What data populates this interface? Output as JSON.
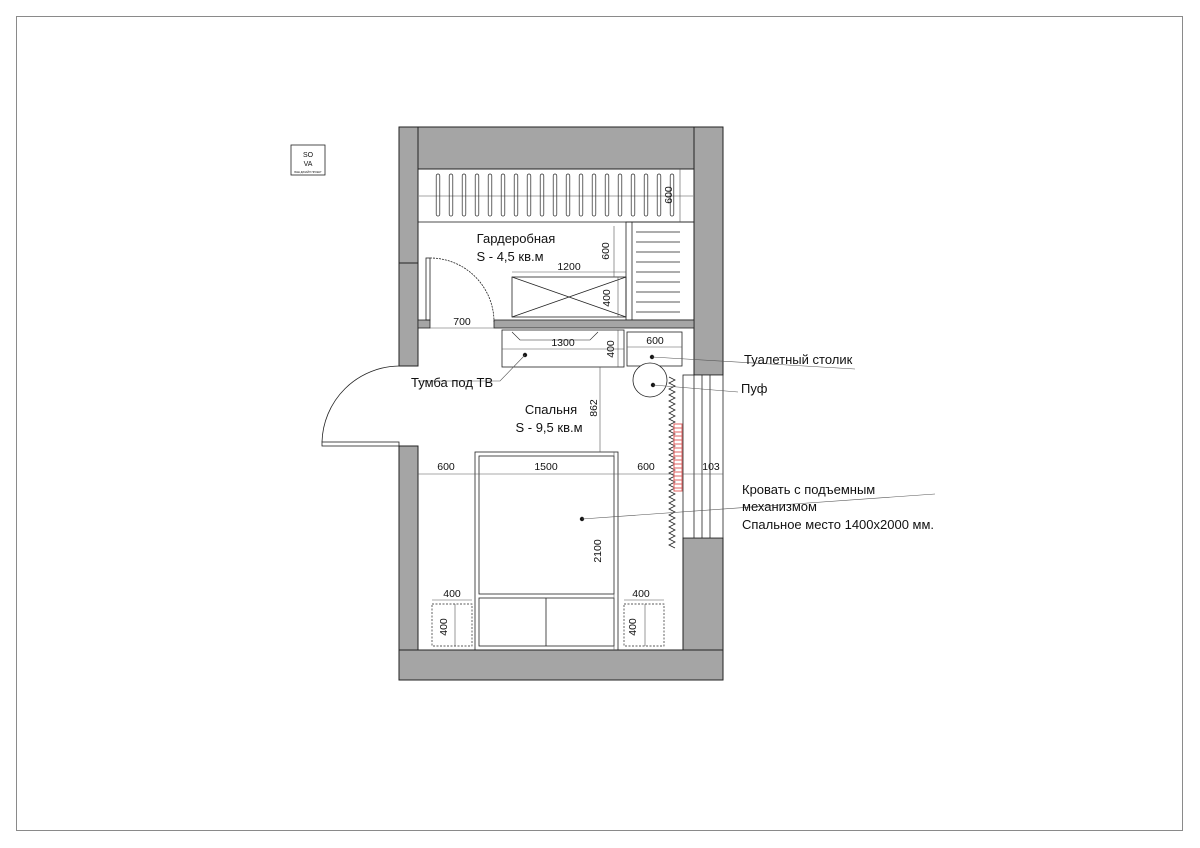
{
  "logo": {
    "line1": "SO",
    "line2": "VA",
    "tagline": "ВАШ ДИЗАЙН ПРОЕКТ"
  },
  "rooms": {
    "wardrobe": {
      "name": "Гардеробная",
      "area": "S - 4,5 кв.м"
    },
    "bedroom": {
      "name": "Спальня",
      "area": "S - 9,5 кв.м"
    }
  },
  "callouts": {
    "vanity": "Туалетный столик",
    "pouf": "Пуф",
    "tv_stand": "Тумба под ТВ",
    "bed_line1": "Кровать с подъемным",
    "bed_line2": "механизмом",
    "bed_line3": "Спальное место 1400х2000 мм."
  },
  "dimensions": {
    "wardrobe_depth": "600",
    "shelf_height": "600",
    "drawer_width": "1200",
    "drawer_depth": "400",
    "door_width": "700",
    "tv_stand_width": "1300",
    "tv_stand_depth": "400",
    "vanity_width": "600",
    "clearance_tv_bed": "862",
    "left_gap": "600",
    "bed_width": "1500",
    "right_gap": "600",
    "window_depth": "103",
    "bed_length": "2100",
    "left_nightstand_width": "400",
    "left_nightstand_depth": "400",
    "right_nightstand_width": "400",
    "right_nightstand_depth": "400"
  },
  "colors": {
    "wall": "#a5a5a5",
    "line": "#111111",
    "dim_line": "#555555",
    "radiator": "#e06060",
    "frame": "#8a8a8a"
  }
}
